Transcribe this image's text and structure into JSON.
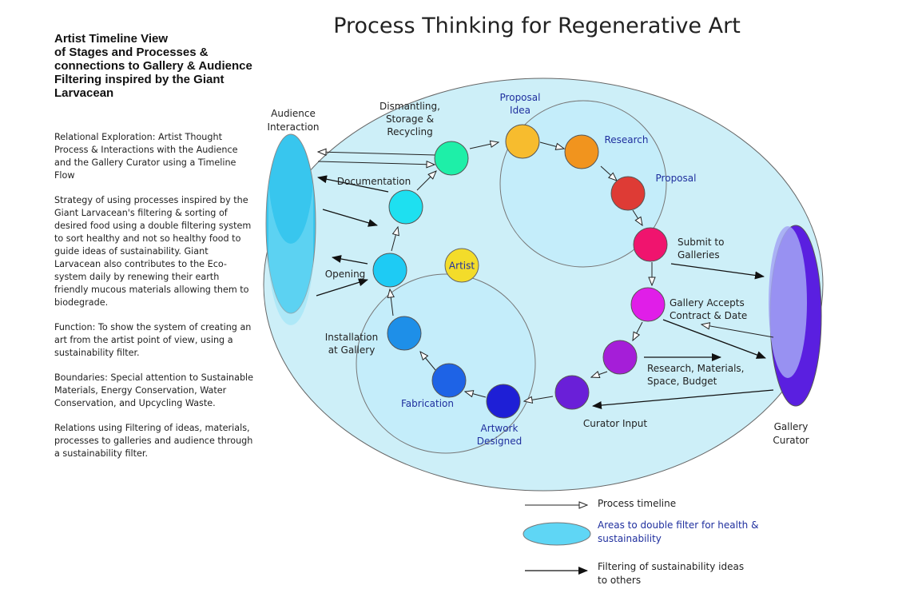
{
  "title": "Process Thinking for Regenerative Art",
  "sidebar": {
    "heading_lines": [
      "Artist Timeline View",
      "of Stages and Processes &",
      "connections to Gallery & Audience",
      "Filtering inspired by the Giant",
      "Larvacean"
    ],
    "paragraphs": [
      "Relational Exploration: Artist Thought Process & Interactions with the Audience and the Gallery Curator using a Timeline Flow",
      "Strategy of using processes inspired by the Giant Larvacean's filtering & sorting of desired food using a double filtering system to sort healthy and not so healthy food to guide ideas of sustainability. Giant Larvacean also contributes to the Eco-system daily by renewing their earth friendly mucous materials allowing them to biodegrade.",
      "Function: To show the system of creating an art from the artist point of view, using a sustainability filter.",
      "Boundaries: Special attention to Sustainable Materials, Energy Conservation, Water Conservation, and Upcycling Waste.",
      "Relations using Filtering of ideas, materials, processes to galleries and audience through a sustainability filter."
    ]
  },
  "center_label": "Artist",
  "stages": [
    {
      "id": "proposal-idea",
      "label_lines": [
        "Proposal",
        "Idea"
      ],
      "color": "#F7BC2E",
      "label_color": "#1F2F9E"
    },
    {
      "id": "research",
      "label_lines": [
        "Research"
      ],
      "color": "#F1941E",
      "label_color": "#1F2F9E"
    },
    {
      "id": "proposal",
      "label_lines": [
        "Proposal"
      ],
      "color": "#DE3B35",
      "label_color": "#1F2F9E"
    },
    {
      "id": "submit-to-galleries",
      "label_lines": [
        "Submit to",
        "Galleries"
      ],
      "color": "#F0146E",
      "label_color": "#222222"
    },
    {
      "id": "gallery-accepts",
      "label_lines": [
        "Gallery Accepts",
        "Contract & Date"
      ],
      "color": "#E01EE8",
      "label_color": "#222222"
    },
    {
      "id": "research-materials",
      "label_lines": [
        "Research, Materials,",
        "Space, Budget"
      ],
      "color": "#A51ED8",
      "label_color": "#222222"
    },
    {
      "id": "curator-input",
      "label_lines": [
        "Curator Input"
      ],
      "color": "#6A1FD8",
      "label_color": "#222222"
    },
    {
      "id": "artwork-designed",
      "label_lines": [
        "Artwork",
        "Designed"
      ],
      "color": "#1E1FD6",
      "label_color": "#1F2F9E"
    },
    {
      "id": "fabrication",
      "label_lines": [
        "Fabrication"
      ],
      "color": "#1E63E6",
      "label_color": "#1F2F9E"
    },
    {
      "id": "installation",
      "label_lines": [
        "Installation",
        "at Gallery"
      ],
      "color": "#1E8FE8",
      "label_color": "#222222"
    },
    {
      "id": "opening",
      "label_lines": [
        "Opening"
      ],
      "color": "#1ECBF4",
      "label_color": "#222222"
    },
    {
      "id": "documentation",
      "label_lines": [
        "Documentation"
      ],
      "color": "#1EE0F0",
      "label_color": "#222222"
    },
    {
      "id": "dismantling",
      "label_lines": [
        "Dismantling,",
        "Storage &",
        "Recycling"
      ],
      "color": "#1EEFA8",
      "label_color": "#222222"
    }
  ],
  "audience": {
    "label_lines": [
      "Audience",
      "Interaction"
    ]
  },
  "curator": {
    "label_lines": [
      "Gallery",
      "Curator"
    ]
  },
  "legend": [
    {
      "kind": "open-arrow",
      "label_lines": [
        "Process timeline"
      ],
      "color": "#222222"
    },
    {
      "kind": "ellipse",
      "label_lines": [
        "Areas to double filter for health &",
        "sustainability"
      ],
      "color": "#1F2F9E"
    },
    {
      "kind": "filled-arrow",
      "label_lines": [
        "Filtering of sustainability ideas",
        "to others"
      ],
      "color": "#222222"
    }
  ],
  "colors": {
    "big_ellipse": "#CDEFF8",
    "filter_ellipse": "#5FD6F5",
    "curator_ellipse": "#5A1FE0",
    "curator_overlay": "#A3A6F5"
  }
}
